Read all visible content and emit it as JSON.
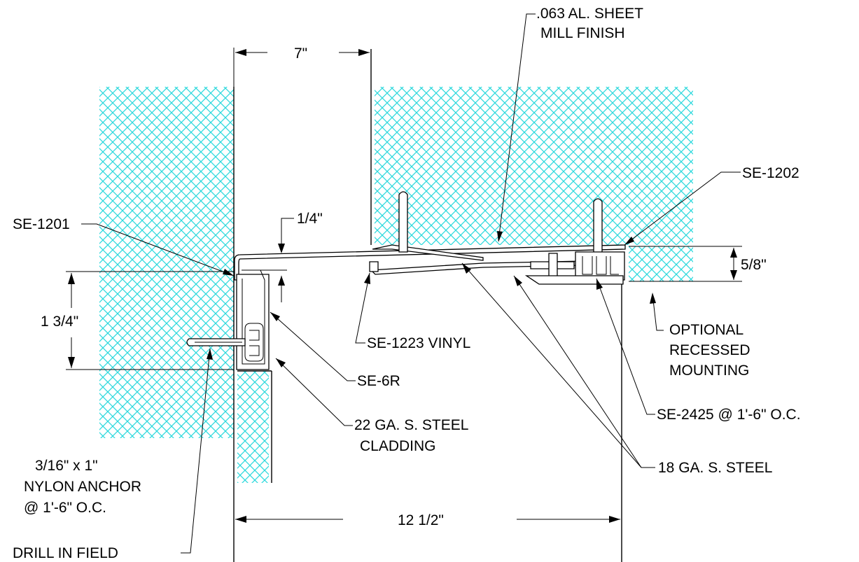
{
  "colors": {
    "hatch": "#2fd9dd",
    "line": "#000000",
    "background": "#ffffff"
  },
  "dimensions": {
    "top_gap": "7\"",
    "bottom_width": "12 1/2\"",
    "depth": "1 3/4\"",
    "cover_height": "5/8\"",
    "reveal": "1/4\""
  },
  "labels": {
    "al_sheet_line1": ".063 AL. SHEET",
    "al_sheet_line2": "MILL FINISH",
    "se1202": "SE-1202",
    "se1201": "SE-1201",
    "optional_line1": "OPTIONAL",
    "optional_line2": "RECESSED",
    "optional_line3": "MOUNTING",
    "se1223": "SE-1223 VINYL",
    "se6r": "SE-6R",
    "cladding_line1": "22 GA. S. STEEL",
    "cladding_line2": "CLADDING",
    "se2425": "SE-2425 @ 1'-6\" O.C.",
    "steel18": "18 GA. S. STEEL",
    "anchor_line1": "3/16\" x 1\"",
    "anchor_line2": "NYLON ANCHOR",
    "anchor_line3": "@ 1'-6\" O.C.",
    "anchor_line4": "DRILL IN FIELD"
  }
}
